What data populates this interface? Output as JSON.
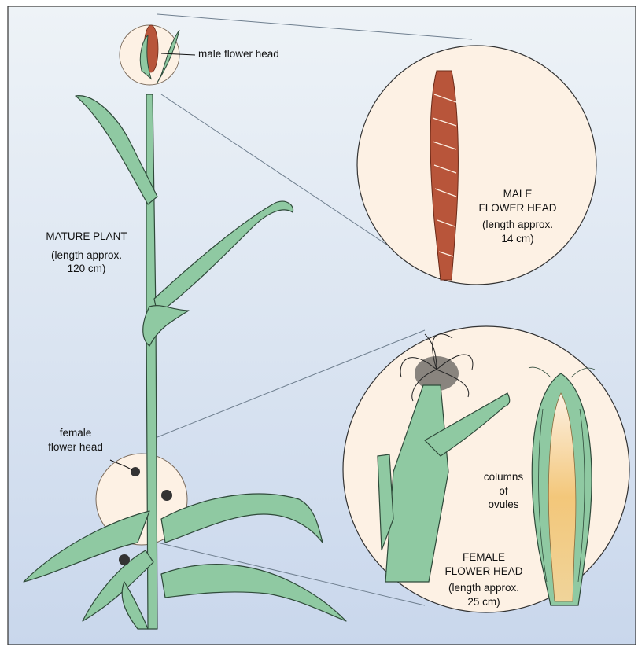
{
  "diagram": {
    "colors": {
      "background_top": "#eef3f7",
      "background_bottom": "#c9d7ec",
      "leaf": "#8fc9a2",
      "leaf_outline": "#2f4a3a",
      "male_flower": "#b8553a",
      "callout_fill": "#fdf1e4",
      "kernel": "#f3c77a"
    },
    "labels": {
      "male_flower_head": "male flower head",
      "mature_plant": {
        "line1": "MATURE PLANT",
        "line2": "(length approx.",
        "line3": "120 cm)"
      },
      "female_flower_head": {
        "line1": "female",
        "line2": "flower head"
      },
      "male_callout": {
        "line1": "MALE",
        "line2": "FLOWER HEAD",
        "line3": "(length approx.",
        "line4": "14 cm)"
      },
      "columns_of_ovules": {
        "line1": "columns",
        "line2": "of",
        "line3": "ovules"
      },
      "female_callout": {
        "line1": "FEMALE",
        "line2": "FLOWER HEAD",
        "line3": "(length approx.",
        "line4": "25 cm)"
      }
    }
  }
}
